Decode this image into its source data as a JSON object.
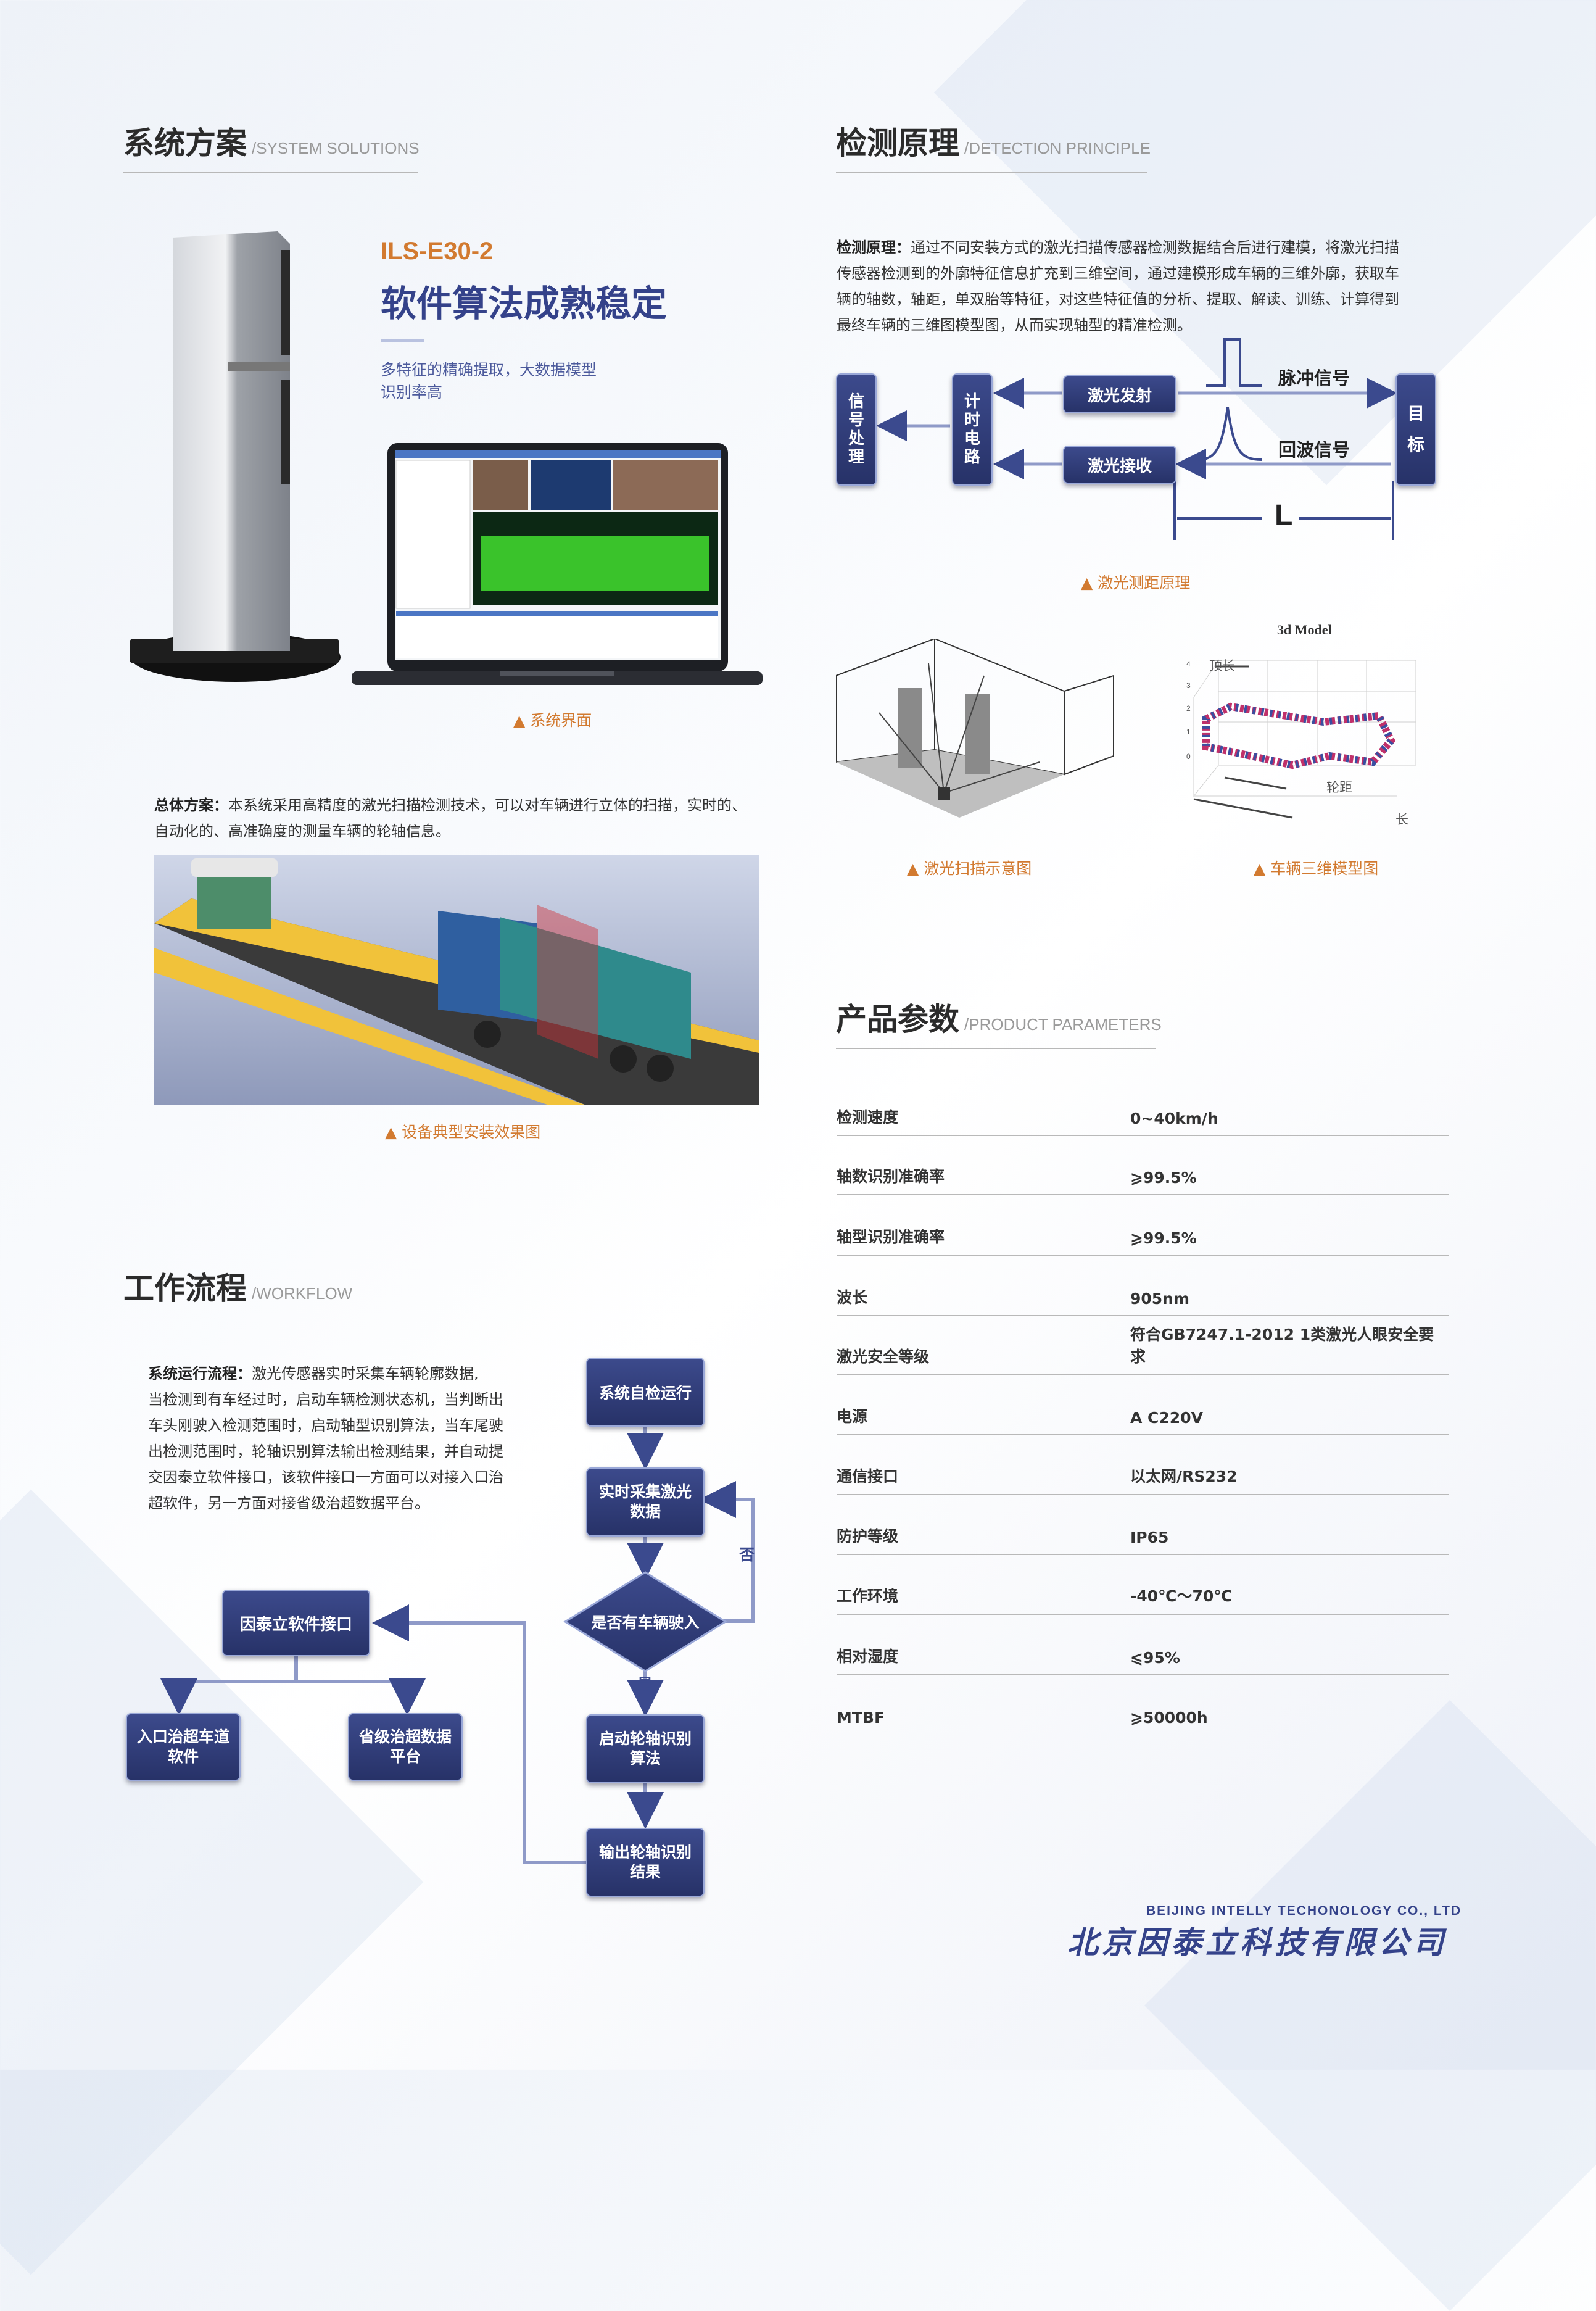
{
  "sections": {
    "system": {
      "cn": "系统方案",
      "en": "/SYSTEM SOLUTIONS"
    },
    "detection": {
      "cn": "检测原理",
      "en": "/DETECTION PRINCIPLE"
    },
    "product": {
      "cn": "产品参数",
      "en": "/PRODUCT PARAMETERS"
    },
    "workflow": {
      "cn": "工作流程",
      "en": "/WORKFLOW"
    }
  },
  "product_intro": {
    "model": "ILS-E30-2",
    "headline": "软件算法成熟稳定",
    "tagline_1": "多特征的精确提取，大数据模型",
    "tagline_2": "识别率高"
  },
  "captions": {
    "system_ui": "系统界面",
    "install": "设备典型安装效果图",
    "laser_ranging": "激光测距原理",
    "laser_scan": "激光扫描示意图",
    "vehicle_3d": "车辆三维模型图"
  },
  "overall": {
    "label": "总体方案：",
    "line_1": "本系统采用高精度的激光扫描检测技术，可以对车辆进行立体的扫描，实时的、",
    "line_2": "自动化的、高准确度的测量车辆的轮轴信息。"
  },
  "principle": {
    "label": "检测原理：",
    "line_1": "通过不同安装方式的激光扫描传感器检测数据结合后进行建模，将激光扫描",
    "line_2": "传感器检测到的外廓特征信息扩充到三维空间，通过建模形成车辆的三维外廓，获取车",
    "line_3": "辆的轴数，轴距，单双胎等特征，对这些特征值的分析、提取、解读、训练、计算得到",
    "line_4": "最终车辆的三维图模型图，从而实现轴型的精准检测。"
  },
  "ranging": {
    "signal_proc": "信号处理",
    "timer": "计时电路",
    "emit": "激光发射",
    "receive": "激光接收",
    "pulse": "脉冲信号",
    "echo": "回波信号",
    "target": "目标",
    "distance": "L"
  },
  "model3d": {
    "title": "3d Model",
    "top_len": "顶长",
    "wheelbase": "轮距",
    "length": "长"
  },
  "params": [
    {
      "k": "检测速度",
      "v": "0~40km/h"
    },
    {
      "k": "轴数识别准确率",
      "v": "⩾99.5%"
    },
    {
      "k": "轴型识别准确率",
      "v": "⩾99.5%"
    },
    {
      "k": "波长",
      "v": "905nm"
    },
    {
      "k": "激光安全等级",
      "v": "符合GB7247.1-2012  1类激光人眼安全要求"
    },
    {
      "k": "电源",
      "v": "A C220V"
    },
    {
      "k": "通信接口",
      "v": "以太网/RS232"
    },
    {
      "k": "防护等级",
      "v": "IP65"
    },
    {
      "k": "工作环境",
      "v": "-40℃～70℃"
    },
    {
      "k": "相对湿度",
      "v": "⩽95%"
    },
    {
      "k": "MTBF",
      "v": "⩾50000h"
    }
  ],
  "workflow": {
    "label": "系统运行流程：",
    "line_1": "激光传感器实时采集车辆轮廓数据,",
    "line_2": "当检测到有车经过时，启动车辆检测状态机，当判断出",
    "line_3": "车头刚驶入检测范围时，启动轴型识别算法，当车尾驶",
    "line_4": "出检测范围时，轮轴识别算法输出检测结果，并自动提",
    "line_5": "交因泰立软件接口，该软件接口一方面可以对接入口治",
    "line_6": "超软件，另一方面对接省级治超数据平台。",
    "self_check": "系统自检运行",
    "collect_1": "实时采集激光",
    "collect_2": "数据",
    "decision": "是否有车辆驶入",
    "no": "否",
    "yes": "是",
    "start_1": "启动轮轴识别",
    "start_2": "算法",
    "output_1": "输出轮轴识别",
    "output_2": "结果",
    "interface": "因泰立软件接口",
    "entry_1": "入口治超车道",
    "entry_2": "软件",
    "province_1": "省级治超数据",
    "province_2": "平台"
  },
  "company": {
    "en": "BEIJING INTELLY TECHONOLOGY CO., LTD",
    "cn": "北京因泰立科技有限公司"
  }
}
